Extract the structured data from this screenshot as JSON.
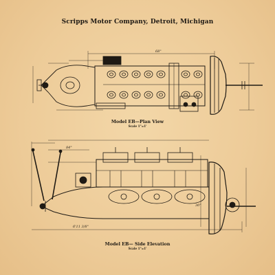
{
  "title": "Scripps Motor Company, Detroit, Michigan",
  "plan": {
    "caption": "Model EB—Plan View",
    "scale": "Scale 1\"=1'"
  },
  "elevation": {
    "caption": "Model EB— Side Elevation",
    "scale": "Scale 1\"=1'"
  },
  "dimensions": {
    "plan_length": "68\"",
    "elev_length": "84\"",
    "elev_overall": "6'11 3/8\"",
    "elev_height": "30\""
  },
  "colors": {
    "paper": "#efcf9f",
    "ink": "#1f1a14"
  }
}
